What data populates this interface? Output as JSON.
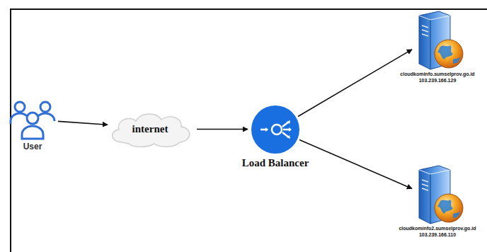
{
  "diagram": {
    "nodes": [
      {
        "text": [
          "User"
        ]
      },
      {
        "text": [
          "internet"
        ]
      },
      {
        "text": [
          "Load Balancer"
        ]
      },
      {
        "text": [
          "cloudkominfo.sumselprov.go.id",
          "103.239.166.129"
        ]
      },
      {
        "text": [
          "cloudkominfo2.sumselprov.go.id",
          "103.239.166.110"
        ]
      }
    ],
    "edges": [
      {
        "from": 0,
        "to": 1,
        "arrow": "to"
      },
      {
        "from": 1,
        "to": 2,
        "arrow": "to"
      },
      {
        "from": 2,
        "to": 3,
        "arrow": "to"
      },
      {
        "from": 2,
        "to": 4,
        "arrow": "to"
      }
    ]
  }
}
